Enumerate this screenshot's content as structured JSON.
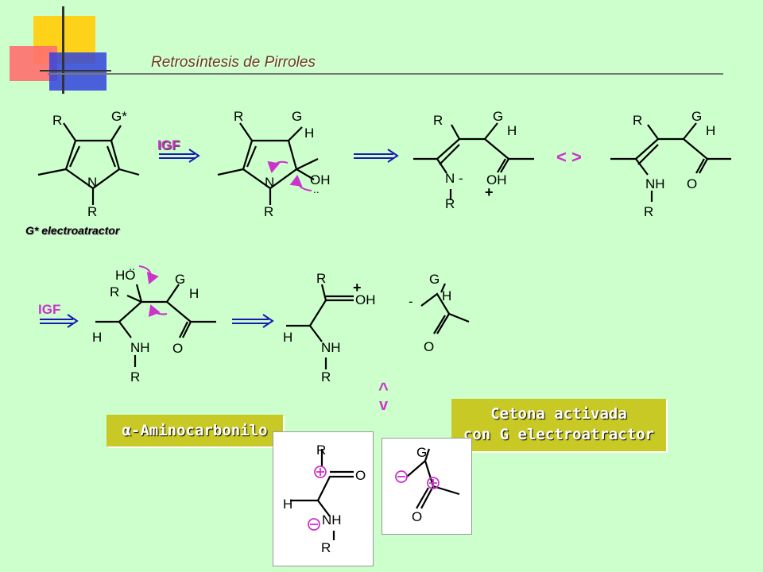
{
  "title": "Retrosíntesis de Pirroles",
  "labels": {
    "igf_1": "IGF",
    "igf_2": "IGF",
    "resonance": "< >",
    "gstar_note": "G* electroatractor"
  },
  "boxes": {
    "aminocarbonyl": "α-Aminocarbonilo",
    "ketone_line1": "Cetona activada",
    "ketone_line2": "con G electroatractor"
  },
  "atoms": {
    "R": "R",
    "G": "G",
    "Gstar": "G*",
    "H": "H",
    "N": "N",
    "NH": "NH",
    "OH": "OH",
    "HO": "HO",
    "O": "O",
    "Nminus": "N -",
    "plus": "+",
    "minus": "-",
    "lone_pair": "..",
    "caret_up": "^",
    "caret_down": "v"
  },
  "colors": {
    "background": "#ccffcc",
    "accent": "#cc33cc",
    "arrow_blue": "#1a1ab0",
    "box_olive": "#c9c925",
    "title_brown": "#6b3a1f"
  }
}
